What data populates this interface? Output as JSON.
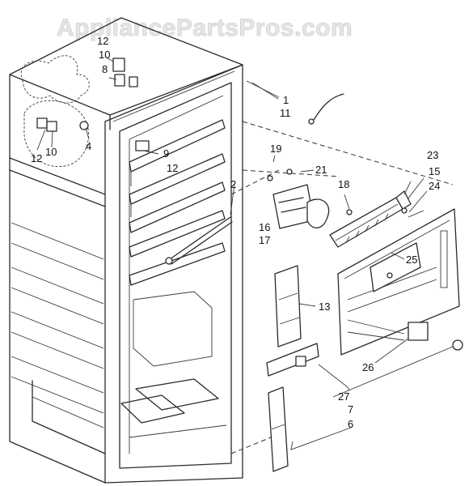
{
  "watermark": "AppliancePartsPros.com",
  "colors": {
    "line": "#2a2a2a",
    "background": "#ffffff",
    "watermark": "#e6e6e6"
  },
  "labels": [
    {
      "id": "l12a",
      "text": "12"
    },
    {
      "id": "l10a",
      "text": "10"
    },
    {
      "id": "l8",
      "text": "8"
    },
    {
      "id": "l1",
      "text": "1"
    },
    {
      "id": "l11",
      "text": "11"
    },
    {
      "id": "l4",
      "text": "4"
    },
    {
      "id": "l12b",
      "text": "12"
    },
    {
      "id": "l10b",
      "text": "10"
    },
    {
      "id": "l9",
      "text": "9"
    },
    {
      "id": "l12c",
      "text": "12"
    },
    {
      "id": "l19",
      "text": "19"
    },
    {
      "id": "l21",
      "text": "21"
    },
    {
      "id": "l23",
      "text": "23"
    },
    {
      "id": "l15",
      "text": "15"
    },
    {
      "id": "l24",
      "text": "24"
    },
    {
      "id": "l18",
      "text": "18"
    },
    {
      "id": "l2",
      "text": "2"
    },
    {
      "id": "l16",
      "text": "16"
    },
    {
      "id": "l17",
      "text": "17"
    },
    {
      "id": "l25",
      "text": "25"
    },
    {
      "id": "l13",
      "text": "13"
    },
    {
      "id": "l26",
      "text": "26"
    },
    {
      "id": "l27",
      "text": "27"
    },
    {
      "id": "l7",
      "text": "7"
    },
    {
      "id": "l6",
      "text": "6"
    }
  ]
}
